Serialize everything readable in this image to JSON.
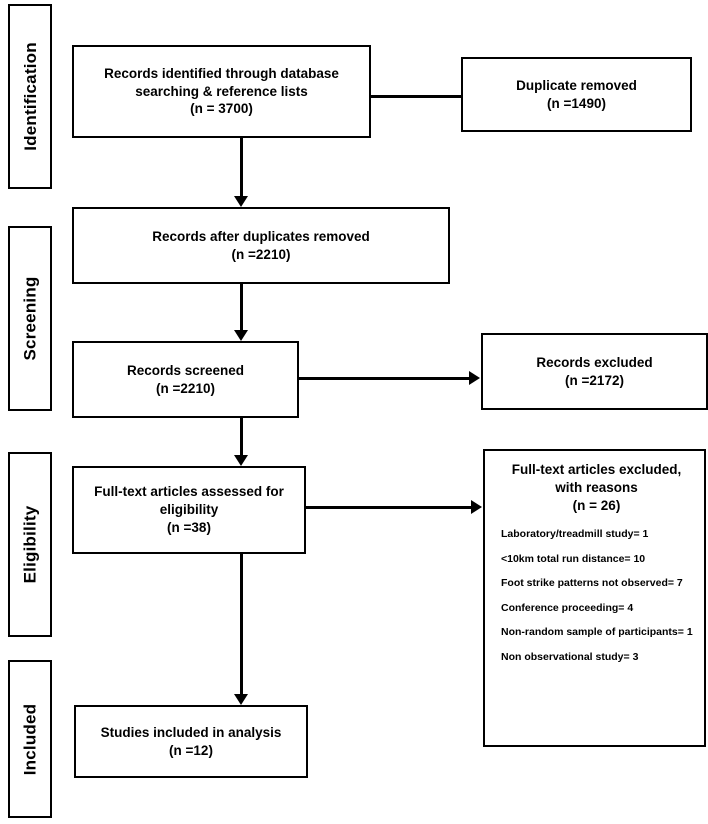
{
  "figure": {
    "type": "prisma-flow-diagram",
    "title": "PRISMA study selection flow diagram"
  },
  "stages": [
    {
      "id": "identification",
      "label": "Identification"
    },
    {
      "id": "screening",
      "label": "Screening"
    },
    {
      "id": "eligibility",
      "label": "Eligibility"
    },
    {
      "id": "included",
      "label": "Included"
    }
  ],
  "boxes": {
    "records_identified": {
      "line1": "Records identified through database",
      "line2": "searching & reference lists",
      "line3": "(n = 3700)"
    },
    "duplicate_removed": {
      "line1": "Duplicate removed",
      "line2": "(n =1490)"
    },
    "records_after_duplicates": {
      "line1": "Records after duplicates removed",
      "line2": "(n =2210)"
    },
    "records_screened": {
      "line1": "Records screened",
      "line2": "(n =2210)"
    },
    "records_excluded": {
      "line1": "Records excluded",
      "line2": "(n =2172)"
    },
    "fulltext_assessed": {
      "line1": "Full-text articles assessed for",
      "line2": "eligibility",
      "line3": "(n =38)"
    },
    "fulltext_excluded": {
      "line1": "Full-text articles excluded,",
      "line2": "with reasons",
      "line3": "(n = 26)",
      "reasons": [
        "Laboratory/treadmill study= 1",
        "<10km total run distance= 10",
        "Foot strike patterns not observed= 7",
        "Conference proceeding= 4",
        "Non-random sample of participants= 1",
        "Non observational study= 3"
      ]
    },
    "studies_included": {
      "line1": "Studies included in analysis",
      "line2": "(n =12)"
    }
  },
  "colors": {
    "stroke": "#000000",
    "fill": "#ffffff",
    "text": "#000000"
  }
}
